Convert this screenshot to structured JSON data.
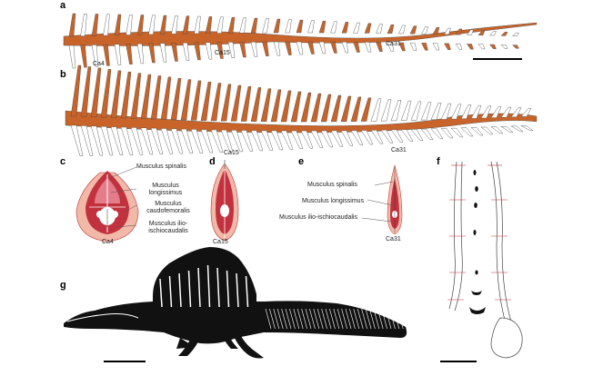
{
  "panels": {
    "a": {
      "letter": "a",
      "labels": [
        "Ca4",
        "Ca15",
        "Ca31"
      ]
    },
    "b": {
      "letter": "b",
      "labels": [
        "Ca15",
        "Ca31"
      ]
    },
    "c": {
      "letter": "c",
      "muscles": [
        "Musculus spinalis",
        "Musculus longissimus",
        "Musculus caudofemoralis",
        "Musculus ilio-ischiocaudalis"
      ],
      "vertebra": "Ca4"
    },
    "d": {
      "letter": "d",
      "vertebra": "Ca15"
    },
    "e": {
      "letter": "e",
      "muscles": [
        "Musculus spinalis",
        "Musculus longissimus",
        "Musculus ilio-ischiocaudalis"
      ],
      "vertebra": "Ca31"
    },
    "f": {
      "letter": "f"
    },
    "g": {
      "letter": "g"
    }
  },
  "colors": {
    "bone_orange": "#c8642a",
    "muscle_red": "#c2313e",
    "muscle_pink": "#f2b8a8",
    "outline": "#444444",
    "silhouette": "#111111"
  }
}
